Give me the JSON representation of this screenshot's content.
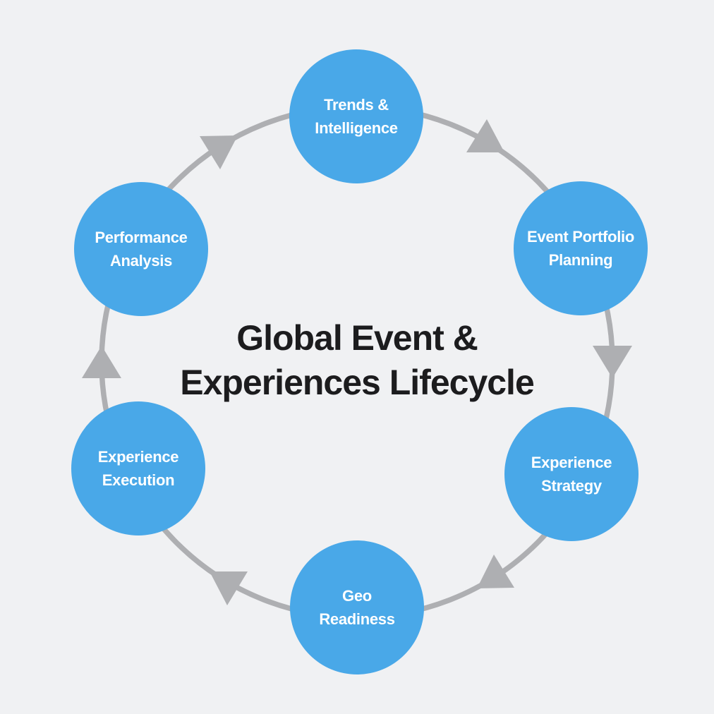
{
  "title": {
    "line1": "Global Event &",
    "line2": "Experiences Lifecycle",
    "full": "Global Event & Experiences Lifecycle"
  },
  "nodes": [
    {
      "id": "trends-intelligence",
      "label": "Trends & Intelligence",
      "lines": [
        "Trends &",
        "Intelligence"
      ]
    },
    {
      "id": "event-portfolio-planning",
      "label": "Event Portfolio Planning",
      "lines": [
        "Event Portfolio",
        "Planning"
      ]
    },
    {
      "id": "experience-strategy",
      "label": "Experience Strategy",
      "lines": [
        "Experience",
        "Strategy"
      ]
    },
    {
      "id": "geo-readiness",
      "label": "Geo Readiness",
      "lines": [
        "Geo",
        "Readiness"
      ]
    },
    {
      "id": "experience-execution",
      "label": "Experience Execution",
      "lines": [
        "Experience",
        "Execution"
      ]
    },
    {
      "id": "performance-analysis",
      "label": "Performance Analysis",
      "lines": [
        "Performance",
        "Analysis"
      ]
    }
  ],
  "flow": {
    "direction": "clockwise",
    "arrow_count": 6,
    "sequence": [
      "Trends & Intelligence",
      "Event Portfolio Planning",
      "Experience Strategy",
      "Geo Readiness",
      "Experience Execution",
      "Performance Analysis"
    ]
  },
  "colors": {
    "background": "#f0f1f3",
    "node_fill": "#49a8e8",
    "node_text": "#ffffff",
    "ring": "#aeafb2",
    "title_text": "#1c1c1e"
  }
}
